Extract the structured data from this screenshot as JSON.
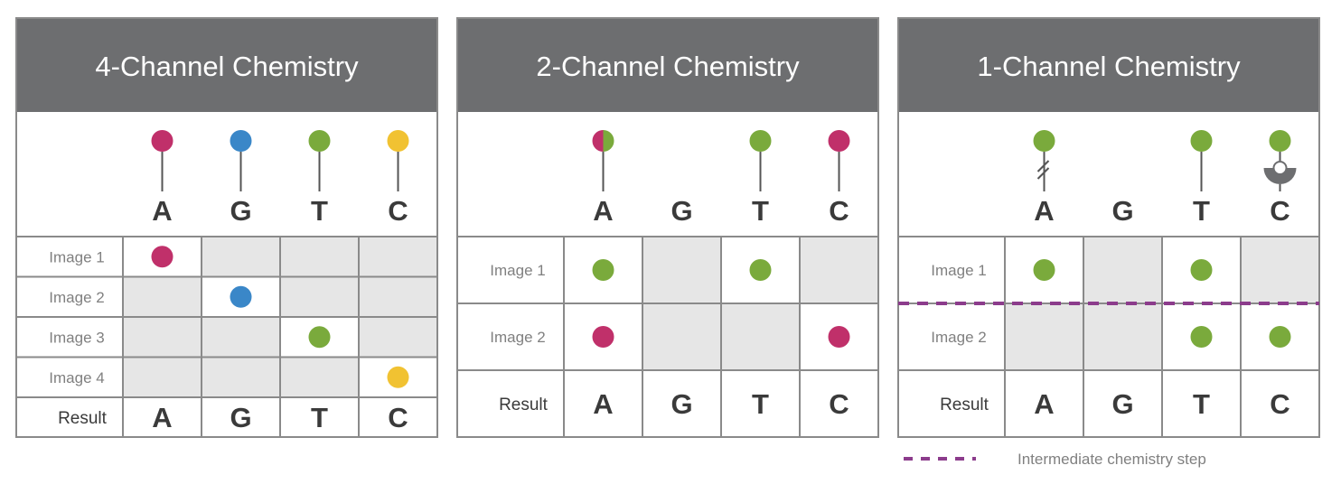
{
  "colors": {
    "magenta": "#c0306a",
    "blue": "#3a87c8",
    "green": "#7aaa3c",
    "yellow": "#f1c232",
    "header_bg": "#6d6e70",
    "cell_gray": "#e6e6e6",
    "grid": "#8a8a8a",
    "dash": "#8c3c8c"
  },
  "panels": [
    {
      "title": "4-Channel Chemistry",
      "bases": [
        "A",
        "G",
        "T",
        "C"
      ],
      "dyes": [
        {
          "base": "A",
          "dye": "magenta",
          "link": "line"
        },
        {
          "base": "G",
          "dye": "blue",
          "link": "line"
        },
        {
          "base": "T",
          "dye": "green",
          "link": "line"
        },
        {
          "base": "C",
          "dye": "yellow",
          "link": "line"
        }
      ],
      "rows": [
        {
          "label": "Image 1",
          "cells": [
            "magenta",
            "",
            "",
            ""
          ]
        },
        {
          "label": "Image 2",
          "cells": [
            "",
            "blue",
            "",
            ""
          ]
        },
        {
          "label": "Image 3",
          "cells": [
            "",
            "",
            "green",
            ""
          ]
        },
        {
          "label": "Image 4",
          "cells": [
            "",
            "",
            "",
            "yellow"
          ]
        }
      ],
      "result_label": "Result",
      "result": [
        "A",
        "G",
        "T",
        "C"
      ]
    },
    {
      "title": "2-Channel Chemistry",
      "bases": [
        "A",
        "G",
        "T",
        "C"
      ],
      "dyes": [
        {
          "base": "A",
          "dye": "magenta+green",
          "link": "line"
        },
        {
          "base": "G",
          "dye": "",
          "link": "none"
        },
        {
          "base": "T",
          "dye": "green",
          "link": "line"
        },
        {
          "base": "C",
          "dye": "magenta",
          "link": "line"
        }
      ],
      "rows": [
        {
          "label": "Image 1",
          "cells": [
            "green",
            "",
            "green",
            ""
          ]
        },
        {
          "label": "Image 2",
          "cells": [
            "magenta",
            "",
            "",
            "magenta"
          ]
        }
      ],
      "result_label": "Result",
      "result": [
        "A",
        "G",
        "T",
        "C"
      ]
    },
    {
      "title": "1-Channel Chemistry",
      "bases": [
        "A",
        "G",
        "T",
        "C"
      ],
      "dyes": [
        {
          "base": "A",
          "dye": "green",
          "link": "cleavable"
        },
        {
          "base": "G",
          "dye": "",
          "link": "none"
        },
        {
          "base": "T",
          "dye": "green",
          "link": "line"
        },
        {
          "base": "C",
          "dye": "green",
          "link": "binding"
        }
      ],
      "rows": [
        {
          "label": "Image 1",
          "cells": [
            "green",
            "",
            "green",
            ""
          ]
        },
        {
          "label": "Image 2",
          "cells": [
            "",
            "",
            "green",
            "green"
          ]
        }
      ],
      "result_label": "Result",
      "result": [
        "A",
        "G",
        "T",
        "C"
      ],
      "has_intermediate_step": true
    }
  ],
  "legend": {
    "intermediate_step": "Intermediate chemistry step"
  }
}
